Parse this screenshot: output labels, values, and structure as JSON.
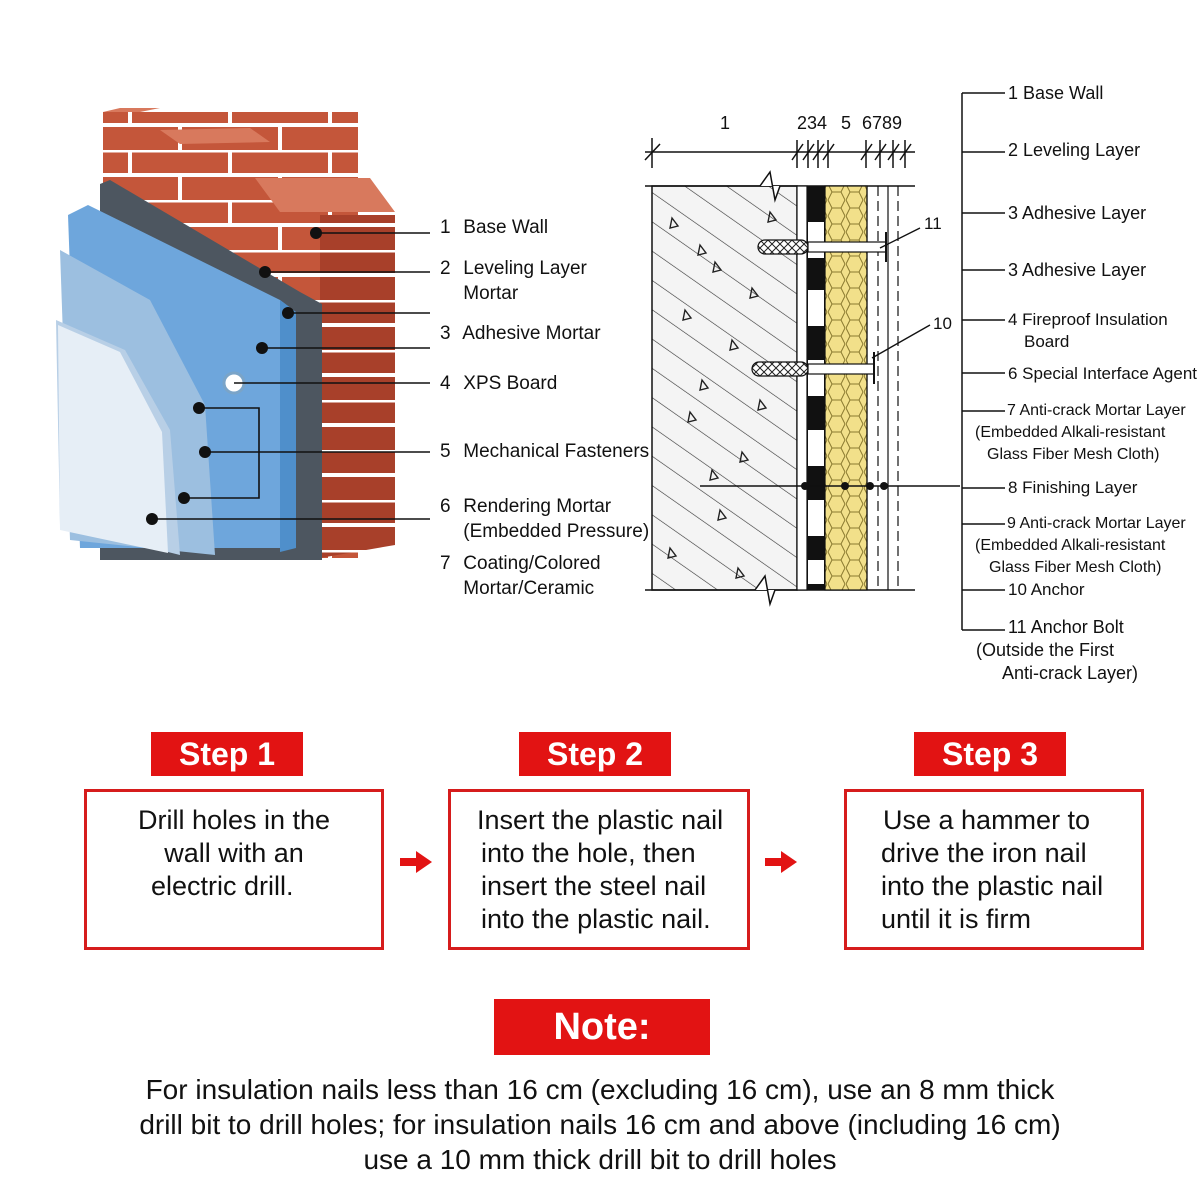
{
  "left_labels": [
    {
      "num": "1",
      "lines": [
        "Base Wall"
      ]
    },
    {
      "num": "2",
      "lines": [
        "Leveling Layer",
        "Mortar"
      ]
    },
    {
      "num": "3",
      "lines": [
        "Adhesive Mortar"
      ]
    },
    {
      "num": "4",
      "lines": [
        "XPS Board"
      ]
    },
    {
      "num": "5",
      "lines": [
        "Mechanical Fasteners"
      ]
    },
    {
      "num": "6",
      "lines": [
        "Rendering Mortar",
        "(Embedded Pressure)"
      ]
    },
    {
      "num": "7",
      "lines": [
        "Coating/Colored",
        "Mortar/Ceramic"
      ]
    }
  ],
  "section": {
    "dim_1": "1",
    "dim_2": "234",
    "dim_3": "5",
    "dim_4": "6789",
    "callout_11": "11",
    "callout_10": "10"
  },
  "right_labels": [
    {
      "lines": [
        "1 Base Wall"
      ]
    },
    {
      "lines": [
        "2 Leveling Layer"
      ]
    },
    {
      "lines": [
        "3 Adhesive Layer"
      ]
    },
    {
      "lines": [
        "3 Adhesive Layer"
      ]
    },
    {
      "lines": [
        "4 Fireproof Insulation",
        "Board"
      ]
    },
    {
      "lines": [
        "6 Special Interface Agent"
      ]
    },
    {
      "lines": [
        "7 Anti-crack Mortar Layer",
        "(Embedded Alkali-resistant",
        "Glass Fiber Mesh Cloth)"
      ]
    },
    {
      "lines": [
        "8 Finishing Layer"
      ]
    },
    {
      "lines": [
        "9 Anti-crack Mortar Layer",
        "(Embedded Alkali-resistant",
        "Glass Fiber Mesh Cloth)"
      ]
    },
    {
      "lines": [
        "10 Anchor"
      ]
    },
    {
      "lines": [
        "11 Anchor Bolt",
        "(Outside the First",
        "Anti-crack Layer)"
      ]
    }
  ],
  "steps": [
    {
      "tag": "Step 1",
      "lines": [
        "Drill holes in the",
        "wall with an",
        "electric drill."
      ]
    },
    {
      "tag": "Step 2",
      "lines": [
        "Insert the plastic nail",
        "into the hole, then",
        "insert the steel nail",
        "into the plastic nail."
      ]
    },
    {
      "tag": "Step 3",
      "lines": [
        "Use a hammer to",
        "drive the iron nail",
        "into the plastic nail",
        "until it is firm"
      ]
    }
  ],
  "note": {
    "tag": "Note:",
    "lines": [
      "For insulation nails less than 16 cm (excluding 16 cm), use an 8 mm thick",
      "drill bit to drill holes; for insulation nails 16 cm and above (including 16 cm)",
      "use a 10 mm thick drill bit to drill holes"
    ]
  },
  "colors": {
    "brick": "#c4563a",
    "mortar_joint": "#ffffff",
    "leveling": "#505a63",
    "xps": "#6ea6dc",
    "render": "#9cbfe0",
    "coating": "#e6eef6",
    "insulation": "#f2e08a",
    "accent_red": "#e21313"
  }
}
